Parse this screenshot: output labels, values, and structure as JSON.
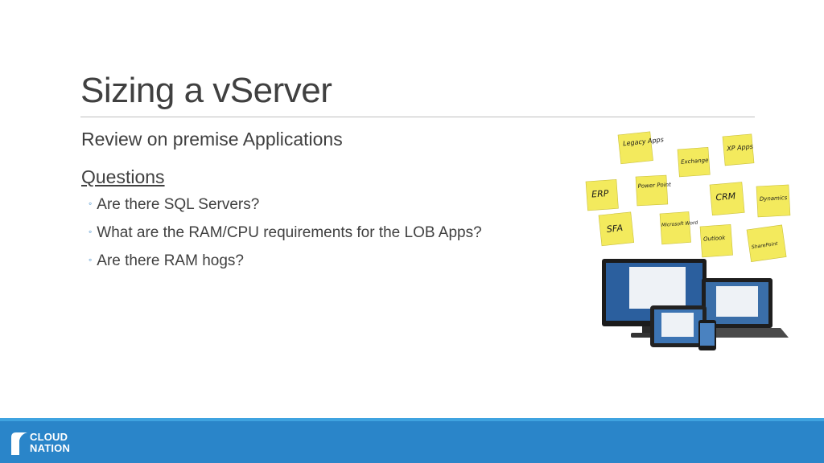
{
  "slide": {
    "title": "Sizing a vServer",
    "subtitle": "Review on premise Applications",
    "section_heading": "Questions",
    "bullets": [
      "Are there SQL Servers?",
      "What are the RAM/CPU requirements for the LOB Apps?",
      "Are there RAM hogs?"
    ]
  },
  "sticky_notes": [
    "Legacy Apps",
    "Exchange",
    "XP Apps",
    "ERP",
    "Power Point",
    "CRM",
    "Dynamics",
    "SFA",
    "Microsoft Word",
    "Outlook",
    "SharePoint"
  ],
  "footer": {
    "logo_line1": "CLOUD",
    "logo_line2": "NATION"
  },
  "colors": {
    "footer": "#2a85c9",
    "accent": "#2a7ec3",
    "sticky_note": "#f3ea5d",
    "text": "#404040"
  }
}
